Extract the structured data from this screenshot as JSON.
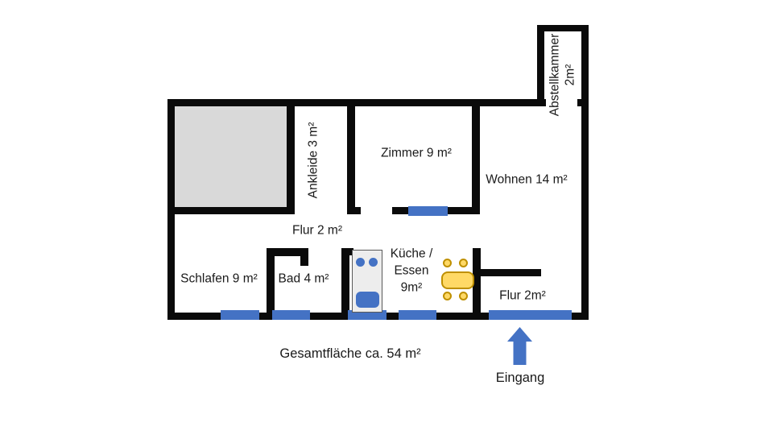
{
  "floorplan": {
    "rooms": {
      "abstellkammer": {
        "line1": "Abstellkammer",
        "line2": "2m²"
      },
      "ankleide": {
        "label": "Ankleide 3 m²"
      },
      "zimmer": {
        "label": "Zimmer 9 m²"
      },
      "wohnen": {
        "label": "Wohnen 14 m²"
      },
      "flur_mitte": {
        "label": "Flur 2 m²"
      },
      "schlafen": {
        "label": "Schlafen 9 m²"
      },
      "bad": {
        "label": "Bad 4 m²"
      },
      "kueche": {
        "line1": "Küche /",
        "line2": "Essen",
        "line3": "9m²"
      },
      "flur_eingang": {
        "label": "Flur 2m²"
      }
    },
    "annotations": {
      "total_area": "Gesamtfläche ca. 54 m²",
      "entrance": "Eingang"
    },
    "colors": {
      "wall": "#0a0a0a",
      "accent_blue": "#4472c4",
      "furniture_yellow": "#ffd966",
      "furniture_yellow_border": "#bf9000",
      "gray_room_fill": "#d9d9d9",
      "counter_fill": "#ededed"
    },
    "icons": {
      "entrance_arrow": "arrow-up"
    }
  }
}
